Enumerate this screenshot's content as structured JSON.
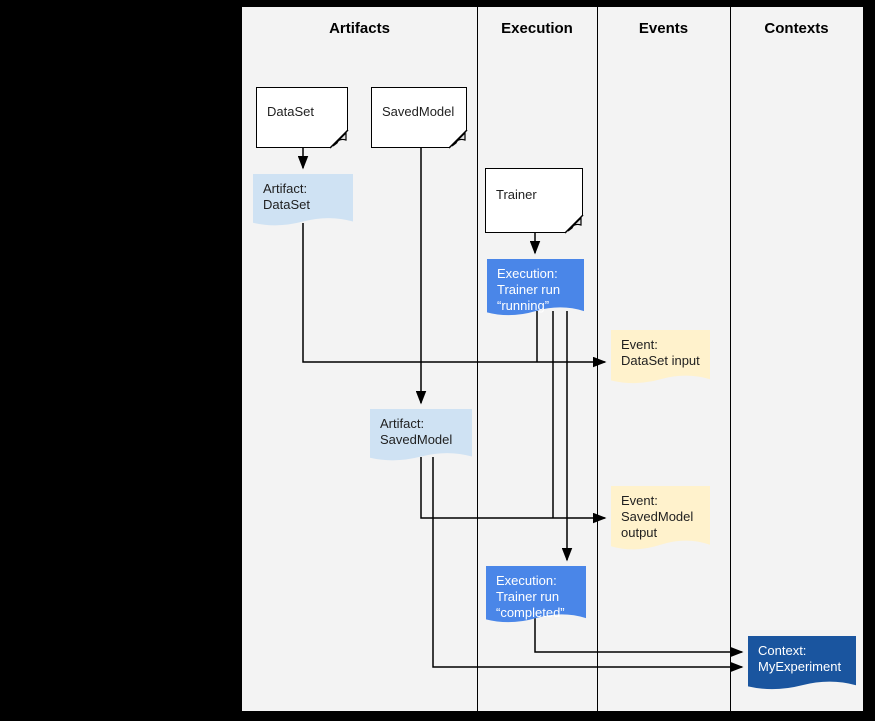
{
  "columns": [
    {
      "label": "Artifacts"
    },
    {
      "label": "Execution"
    },
    {
      "label": "Events"
    },
    {
      "label": "Contexts"
    }
  ],
  "boxes": {
    "dataset": {
      "label": "DataSet"
    },
    "savedmodel": {
      "label": "SavedModel"
    },
    "trainer": {
      "label": "Trainer"
    }
  },
  "nodes": {
    "artifact_dataset": {
      "lines": [
        "Artifact:",
        "DataSet"
      ],
      "color": "#cfe2f3"
    },
    "execution_running": {
      "lines": [
        "Execution:",
        "Trainer run",
        "“running”"
      ],
      "color": "#4a86e8"
    },
    "event_dataset_input": {
      "lines": [
        "Event:",
        "DataSet input"
      ],
      "color": "#fff2cc"
    },
    "artifact_savedmodel": {
      "lines": [
        "Artifact:",
        "SavedModel"
      ],
      "color": "#cfe2f3"
    },
    "event_savedmodel_output": {
      "lines": [
        "Event:",
        "SavedModel",
        "output"
      ],
      "color": "#fff2cc"
    },
    "execution_completed": {
      "lines": [
        "Execution:",
        "Trainer run",
        "“completed”"
      ],
      "color": "#4a86e8"
    },
    "context_myexperiment": {
      "lines": [
        "Context:",
        "MyExperiment"
      ],
      "color": "#1a559f"
    }
  },
  "colors": {
    "page_background": "#000000",
    "canvas_background": "#f3f3f3",
    "artifact_fill": "#cfe2f3",
    "execution_fill": "#4a86e8",
    "event_fill": "#fff2cc",
    "context_fill": "#1a559f",
    "line": "#000000"
  }
}
